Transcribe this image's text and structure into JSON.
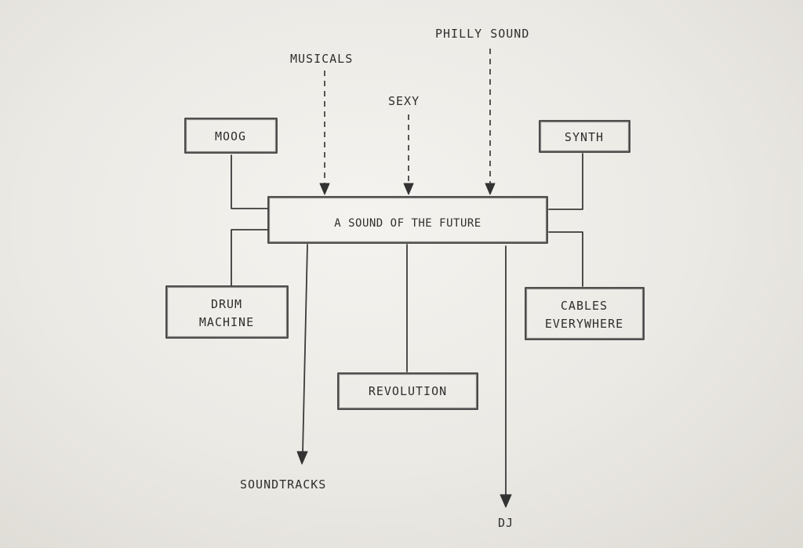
{
  "nodes": {
    "center": "A SOUND OF THE FUTURE",
    "moog": "MOOG",
    "synth": "SYNTH",
    "drum_machine_line1": "DRUM",
    "drum_machine_line2": "MACHINE",
    "cables_line1": "CABLES",
    "cables_line2": "EVERYWHERE",
    "revolution": "REVOLUTION"
  },
  "influences": {
    "musicals": "MUSICALS",
    "sexy": "SEXY",
    "philly_sound": "PHILLY SOUND"
  },
  "outputs": {
    "soundtracks": "SOUNDTRACKS",
    "dj": "DJ"
  },
  "colors": {
    "pencil": "#3b3b3b",
    "paper": "#ebe9e4"
  }
}
